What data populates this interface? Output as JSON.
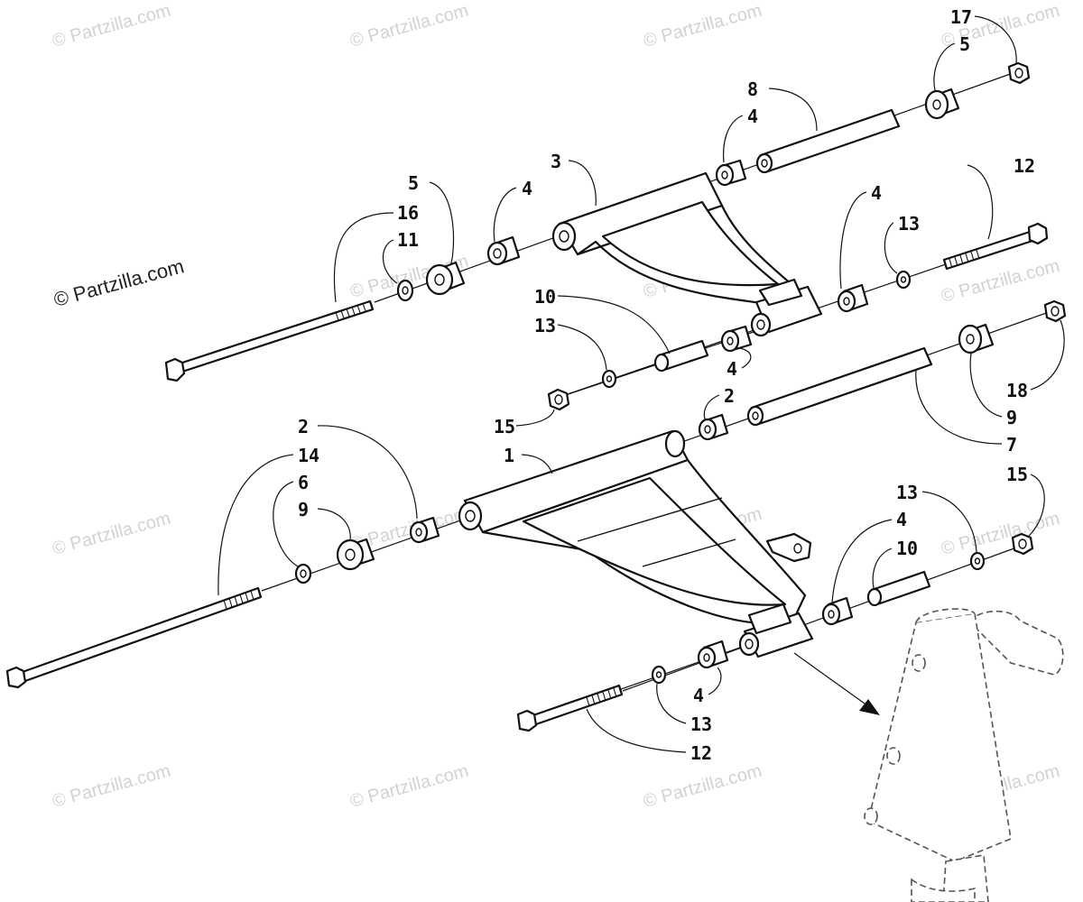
{
  "watermark": {
    "tile_text": "© Partzilla.com",
    "main_text": "© Partzilla.com"
  },
  "callouts": {
    "upper_arm": {
      "c17": "17",
      "c5_right": "5",
      "c8": "8",
      "c4_top": "4",
      "c3": "3",
      "c4_left": "4",
      "c5_left": "5",
      "c16": "16",
      "c11": "11",
      "c12_right": "12",
      "c4_right": "4",
      "c13_right": "13",
      "c10": "10",
      "c13_mid": "13",
      "c4_bushing": "4",
      "c15_nut": "15"
    },
    "lower_arm": {
      "c2_top": "2",
      "c18": "18",
      "c9_right": "9",
      "c7": "7",
      "c1": "1",
      "c2_left": "2",
      "c14": "14",
      "c6": "6",
      "c9_left": "9",
      "c15_right": "15",
      "c13_right": "13",
      "c4_right": "4",
      "c10_right": "10",
      "c4_bottom": "4",
      "c13_bottom": "13",
      "c12_bottom": "12"
    }
  },
  "colors": {
    "ink": "#111111",
    "watermark": "#d2d2d2",
    "background": "#ffffff"
  }
}
